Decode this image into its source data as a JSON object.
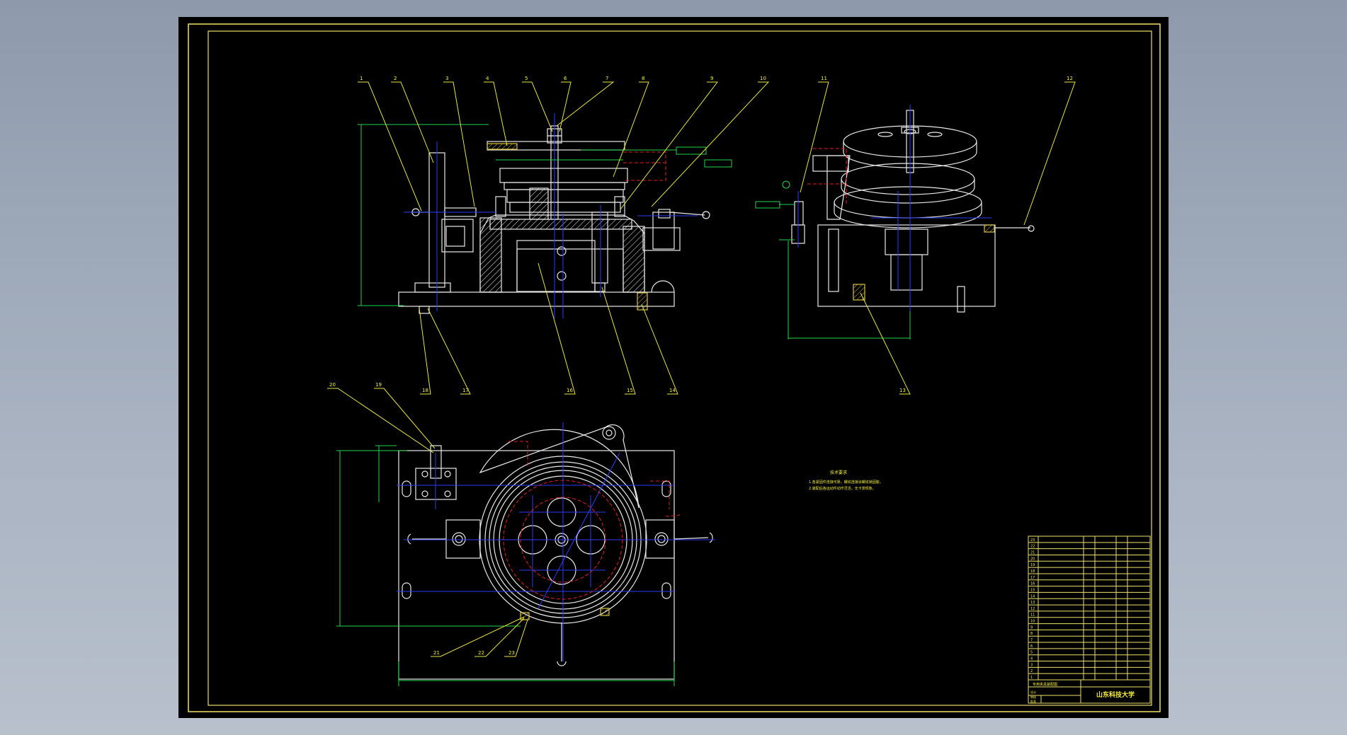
{
  "colors": {
    "background": "#8e9aac",
    "sheet": "#000000",
    "border": "#ece06a",
    "part": "#e8e8e8",
    "leader": "#e9e33c",
    "centerline": "#2e3df5",
    "hidden": "#e02020",
    "dimension": "#22d34a",
    "text": "#f5ef3a"
  },
  "balloons_top": [
    "1",
    "2",
    "3",
    "4",
    "5",
    "6",
    "7",
    "8",
    "9",
    "10"
  ],
  "balloons_side": [
    "11",
    "12",
    "13"
  ],
  "balloons_bottom_front": [
    "18",
    "17",
    "16",
    "15",
    "14"
  ],
  "balloons_plan": [
    "20",
    "19",
    "21",
    "22",
    "23"
  ],
  "notes": {
    "title": "技术要求",
    "line1": "1.各紧固件连接可靠，螺纹连接涂螺纹锁固胶。",
    "line2": "2.装配后各运动件动作灵活，无卡滞现象。"
  },
  "title_block": {
    "school": "山东科技大学",
    "drawing_name": "专用夹具装配图",
    "labels": [
      "设计",
      "审核",
      "批准"
    ]
  },
  "bom_rows": [
    "23",
    "22",
    "21",
    "20",
    "19",
    "18",
    "17",
    "16",
    "15",
    "14",
    "13",
    "12",
    "11",
    "10",
    "9",
    "8",
    "7",
    "6",
    "5",
    "4",
    "3",
    "2",
    "1"
  ]
}
